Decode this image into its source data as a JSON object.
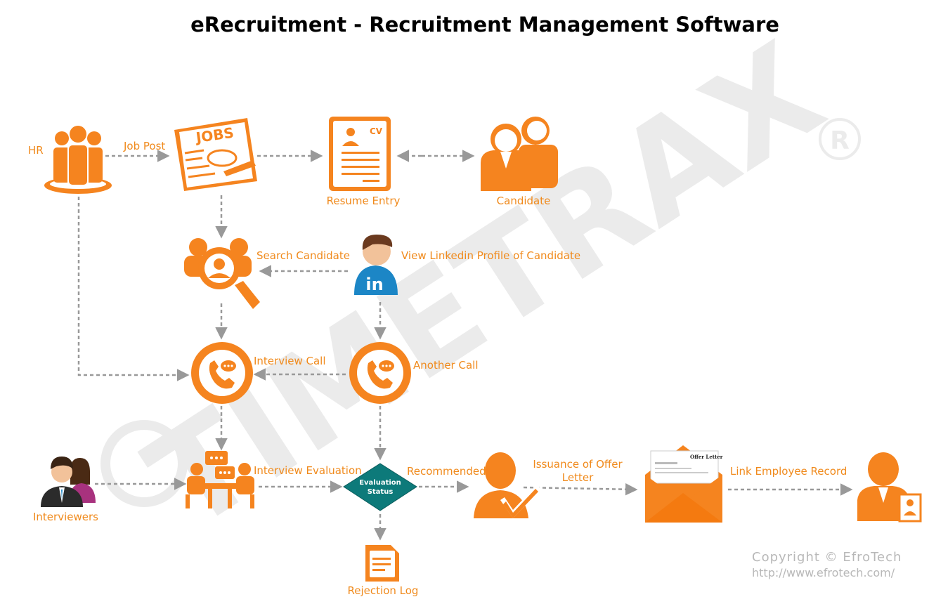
{
  "title": "eRecruitment - Recruitment Management Software",
  "watermark": "TIMETRAX",
  "colors": {
    "accent": "#f5841f",
    "arrow": "#999999",
    "linkedin": "#1c86c6",
    "diamond": "#0d7a7a"
  },
  "nodes": {
    "hr": {
      "label": "HR",
      "icon": "group-icon"
    },
    "job_post": {
      "label": "Job Post",
      "icon": "jobs-newspaper-icon",
      "icon_text": "JOBS"
    },
    "resume_entry": {
      "label": "Resume Entry",
      "icon": "cv-document-icon",
      "icon_text": "CV"
    },
    "candidate": {
      "label": "Candidate",
      "icon": "candidates-icon"
    },
    "search_candidate": {
      "label": "Search Candidate",
      "icon": "search-people-icon"
    },
    "linkedin": {
      "label": "View Linkedin Profile of Candidate",
      "icon": "linkedin-user-icon",
      "icon_text": "in"
    },
    "interview_call": {
      "label": "Interview Call",
      "icon": "phone-call-icon"
    },
    "another_call": {
      "label": "Another Call",
      "icon": "phone-call-icon"
    },
    "interviewers": {
      "label": "Interviewers",
      "icon": "interviewers-icon"
    },
    "interview_evaluation": {
      "label": "Interview Evaluation",
      "icon": "meeting-table-icon"
    },
    "evaluation_status": {
      "line1": "Evaluation",
      "line2": "Status"
    },
    "recommended": {
      "label": "Recommended",
      "icon": "approved-user-icon"
    },
    "offer_letter": {
      "line1": "Issuance of Offer",
      "line2": "Letter",
      "icon": "envelope-icon",
      "icon_text": "Offer Letter"
    },
    "link_employee": {
      "label": "Link Employee Record",
      "icon": "employee-record-icon"
    },
    "rejection_log": {
      "label": "Rejection Log",
      "icon": "log-document-icon"
    }
  },
  "copyright": {
    "line1": "Copyright © EfroTech",
    "line2": "http://www.efrotech.com/"
  }
}
